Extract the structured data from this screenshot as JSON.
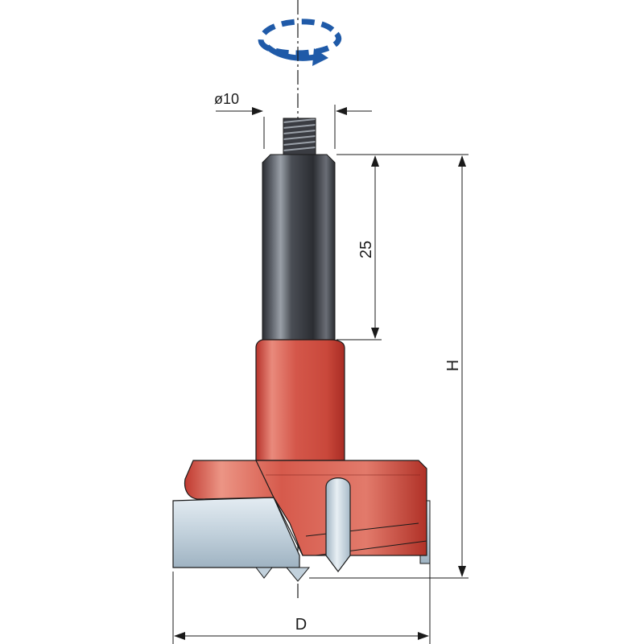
{
  "labels": {
    "shank_diameter": "ø10",
    "shank_length": "25",
    "total_height": "H",
    "cutter_diameter": "D"
  },
  "colors": {
    "body_red": "#d4574a",
    "shank_dark": "#3c3e44",
    "steel_blue": "#c2d1dc",
    "rotation_arrow": "#1f5aa8",
    "line": "#1a1a1a"
  },
  "icons": {
    "rotation": "clockwise-rotation-arrow-icon"
  }
}
